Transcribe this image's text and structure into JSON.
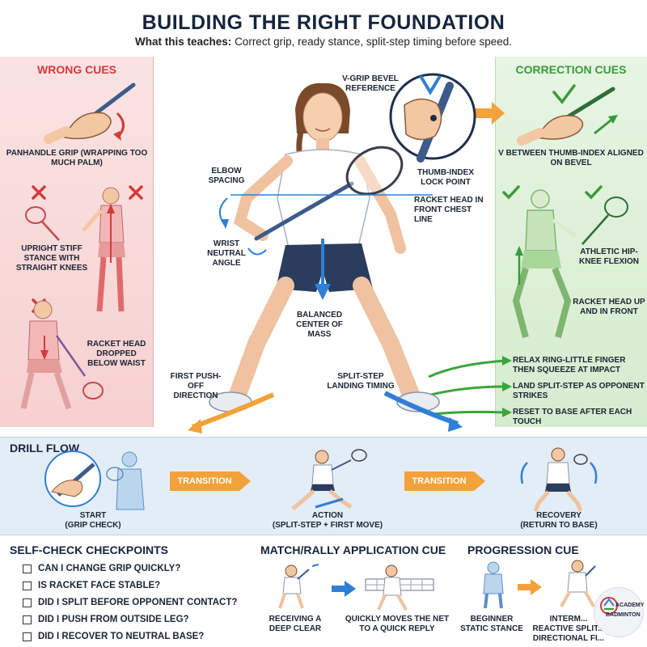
{
  "header": {
    "title": "BUILDING THE RIGHT FOUNDATION",
    "subtitle_prefix": "What this teaches:",
    "subtitle_text": "Correct grip, ready stance, split-step timing before speed."
  },
  "wrong_cues": {
    "title": "WRONG CUES",
    "items": [
      "PANHANDLE GRIP (WRAPPING TOO MUCH PALM)",
      "UPRIGHT STIFF STANCE WITH STRAIGHT KNEES",
      "RACKET HEAD DROPPED BELOW WAIST"
    ]
  },
  "correction_cues": {
    "title": "CORRECTION CUES",
    "items": [
      "V BETWEEN THUMB-INDEX ALIGNED ON BEVEL",
      "ATHLETIC HIP-KNEE FLEXION",
      "RACKET HEAD UP AND IN FRONT"
    ],
    "tips": [
      "RELAX RING-LITTLE FINGER THEN SQUEEZE AT IMPACT",
      "LAND SPLIT-STEP AS OPPONENT STRIKES",
      "RESET TO BASE AFTER EACH TOUCH"
    ]
  },
  "center_labels": {
    "v_grip": "V-GRIP BEVEL REFERENCE",
    "thumb_index": "THUMB-INDEX LOCK POINT",
    "elbow": "ELBOW SPACING",
    "racket_head": "RACKET HEAD IN FRONT CHEST LINE",
    "wrist": "WRIST NEUTRAL ANGLE",
    "balanced": "BALANCED CENTER OF MASS",
    "push_off": "FIRST PUSH-OFF DIRECTION",
    "split_step": "SPLIT-STEP LANDING TIMING"
  },
  "drill_flow": {
    "title": "DRILL FLOW",
    "transition_label": "TRANSITION",
    "steps": [
      {
        "name": "START",
        "detail": "(GRIP CHECK)"
      },
      {
        "name": "ACTION",
        "detail": "(SPLIT-STEP + FIRST MOVE)"
      },
      {
        "name": "RECOVERY",
        "detail": "(RETURN TO BASE)"
      }
    ]
  },
  "self_check": {
    "title": "SELF-CHECK CHECKPOINTS",
    "items": [
      "CAN I CHANGE GRIP QUICKLY?",
      "IS RACKET FACE STABLE?",
      "DID I SPLIT BEFORE OPPONENT CONTACT?",
      "DID I PUSH FROM OUTSIDE LEG?",
      "DID I RECOVER TO NEUTRAL BASE?"
    ]
  },
  "match_cue": {
    "title": "MATCH/RALLY APPLICATION CUE",
    "left": "RECEIVING A DEEP CLEAR",
    "right": "QUICKLY MOVES THE NET TO A QUICK REPLY"
  },
  "progression_cue": {
    "title": "PROGRESSION CUE",
    "left": "BEGINNER STATIC STANCE",
    "right": "INTERM... REACTIVE SPLIT... DIRECTIONAL FI..."
  },
  "logo": {
    "line1": "ACADEMY",
    "line2": "BADMINTON"
  },
  "colors": {
    "navy": "#16243d",
    "wrong_red": "#d63a3a",
    "correct_green": "#3a9a3a",
    "arrow_orange": "#f3a13a",
    "arrow_blue": "#2f7fd6"
  }
}
